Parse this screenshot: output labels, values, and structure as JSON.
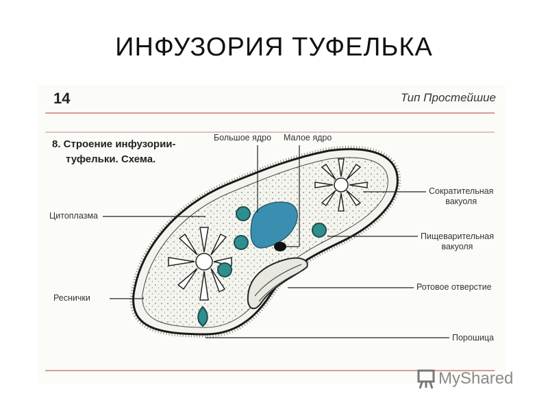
{
  "slide": {
    "title": "ИНФУЗОРИЯ  ТУФЕЛЬКА"
  },
  "book": {
    "page_number": "14",
    "type_label": "Тип Простейшие",
    "figure_title_line1": "8. Строение инфузории-",
    "figure_title_line2": "туфельки. Схема."
  },
  "labels": {
    "macronucleus": "Большое ядро",
    "micronucleus": "Малое ядро",
    "cytoplasm": "Цитоплазма",
    "contractile_vacuole_1": "Сократительная",
    "contractile_vacuole_2": "вакуоля",
    "digestive_vacuole_1": "Пищеварительная",
    "digestive_vacuole_2": "вакуоля",
    "cilia": "Реснички",
    "mouth": "Ротовое отверстие",
    "anal_pore": "Порошица"
  },
  "colors": {
    "nucleus": "#3a8fb0",
    "vacuole": "#2f8f8f",
    "outline": "#1a1a1a",
    "rule": "#d99a9a"
  },
  "watermark": {
    "text": "MyShared",
    "icon": "presentation-board-icon"
  }
}
